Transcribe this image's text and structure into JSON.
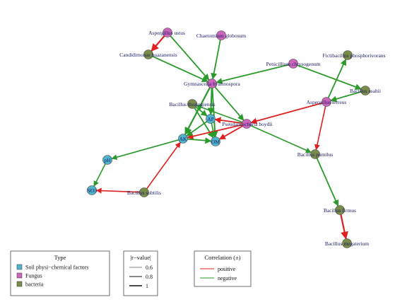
{
  "colors": {
    "soil": "#4fb3cc",
    "fungus": "#cc66bb",
    "bacteria": "#7a8c4a",
    "positive": "#e02020",
    "negative": "#2a9a2a",
    "label": "#1a1a66"
  },
  "nodes": [
    {
      "id": "aspergillus_ustus",
      "label": "Aspergillus ustus",
      "type": "fungus"
    },
    {
      "id": "chaetomium_globosum",
      "label": "Chaetomium globosum",
      "type": "fungus"
    },
    {
      "id": "candidimonas",
      "label": "Candidimonas huazanensis",
      "type": "bacteria"
    },
    {
      "id": "penicillium",
      "label": "Penicillium chrysogenum",
      "type": "fungus"
    },
    {
      "id": "fictibacillus",
      "label": "Fictibacillus phosphorivorans",
      "type": "bacteria"
    },
    {
      "id": "gymnascella",
      "label": "Gymnascella hyalinospora",
      "type": "fungus"
    },
    {
      "id": "bacillus_asahii",
      "label": "Bacillus asahii",
      "type": "bacteria"
    },
    {
      "id": "aspergillus_terreus",
      "label": "Aspergillus terreus",
      "type": "fungus"
    },
    {
      "id": "bacillus_thuringiensis",
      "label": "Bacillus thuringiensis",
      "type": "bacteria"
    },
    {
      "id": "ap",
      "label": "AP",
      "type": "soil"
    },
    {
      "id": "pseudallescheria",
      "label": "Pseudallescheria boydii",
      "type": "fungus"
    },
    {
      "id": "ak",
      "label": "AK",
      "type": "soil"
    },
    {
      "id": "om",
      "label": "OM",
      "type": "soil"
    },
    {
      "id": "bacillus_pumilus",
      "label": "Bacillus pumilus",
      "type": "bacteria"
    },
    {
      "id": "ph",
      "label": "pH",
      "type": "soil"
    },
    {
      "id": "no3",
      "label": "NO3",
      "type": "soil"
    },
    {
      "id": "bacillus_subtilis",
      "label": "Bacillus subtilis",
      "type": "bacteria"
    },
    {
      "id": "bacillus_firmus",
      "label": "Bacillus firmus",
      "type": "bacteria"
    },
    {
      "id": "bacillus_megaterium",
      "label": "Bacillus megaterium",
      "type": "bacteria"
    }
  ],
  "edges": [
    {
      "from": "aspergillus_ustus",
      "to": "candidimonas",
      "sign": "positive",
      "w": 2.2
    },
    {
      "from": "aspergillus_ustus",
      "to": "gymnascella",
      "sign": "negative",
      "w": 1.8
    },
    {
      "from": "chaetomium_globosum",
      "to": "gymnascella",
      "sign": "negative",
      "w": 1.8
    },
    {
      "from": "candidimonas",
      "to": "gymnascella",
      "sign": "negative",
      "w": 1.8
    },
    {
      "from": "penicillium",
      "to": "gymnascella",
      "sign": "negative",
      "w": 1.8
    },
    {
      "from": "penicillium",
      "to": "bacillus_asahii",
      "sign": "negative",
      "w": 1.8
    },
    {
      "from": "bacillus_asahii",
      "to": "aspergillus_terreus",
      "sign": "negative",
      "w": 1.8
    },
    {
      "from": "aspergillus_terreus",
      "to": "fictibacillus",
      "sign": "negative",
      "w": 1.8
    },
    {
      "from": "aspergillus_terreus",
      "to": "pseudallescheria",
      "sign": "positive",
      "w": 1.8
    },
    {
      "from": "aspergillus_terreus",
      "to": "bacillus_pumilus",
      "sign": "positive",
      "w": 1.6
    },
    {
      "from": "gymnascella",
      "to": "ak",
      "sign": "negative",
      "w": 2.2
    },
    {
      "from": "gymnascella",
      "to": "ap",
      "sign": "negative",
      "w": 2.0
    },
    {
      "from": "gymnascella",
      "to": "om",
      "sign": "negative",
      "w": 2.0
    },
    {
      "from": "gymnascella",
      "to": "pseudallescheria",
      "sign": "negative",
      "w": 1.8
    },
    {
      "from": "bacillus_thuringiensis",
      "to": "ap",
      "sign": "negative",
      "w": 1.8
    },
    {
      "from": "bacillus_thuringiensis",
      "to": "om",
      "sign": "negative",
      "w": 1.8
    },
    {
      "from": "pseudallescheria",
      "to": "ap",
      "sign": "positive",
      "w": 1.8
    },
    {
      "from": "pseudallescheria",
      "to": "om",
      "sign": "positive",
      "w": 1.8
    },
    {
      "from": "pseudallescheria",
      "to": "ak",
      "sign": "positive",
      "w": 1.8
    },
    {
      "from": "pseudallescheria",
      "to": "bacillus_pumilus",
      "sign": "negative",
      "w": 1.6
    },
    {
      "from": "pseudallescheria",
      "to": "bacillus_thuringiensis",
      "sign": "negative",
      "w": 1.6
    },
    {
      "from": "ap",
      "to": "ak",
      "sign": "negative",
      "w": 1.8
    },
    {
      "from": "ak",
      "to": "om",
      "sign": "negative",
      "w": 1.8
    },
    {
      "from": "ap",
      "to": "om",
      "sign": "negative",
      "w": 1.6
    },
    {
      "from": "bacillus_subtilis",
      "to": "ak",
      "sign": "positive",
      "w": 1.6
    },
    {
      "from": "bacillus_subtilis",
      "to": "no3",
      "sign": "positive",
      "w": 1.6
    },
    {
      "from": "ak",
      "to": "ph",
      "sign": "negative",
      "w": 1.6
    },
    {
      "from": "ph",
      "to": "no3",
      "sign": "negative",
      "w": 1.6
    },
    {
      "from": "bacillus_pumilus",
      "to": "bacillus_firmus",
      "sign": "negative",
      "w": 1.8
    },
    {
      "from": "bacillus_firmus",
      "to": "bacillus_megaterium",
      "sign": "positive",
      "w": 2.2
    }
  ],
  "legend_type": {
    "title": "Type",
    "items": [
      {
        "label": "Soil physi−chemical factors",
        "color": "#4fb3cc"
      },
      {
        "label": "Fungus",
        "color": "#cc66bb"
      },
      {
        "label": "bacteria",
        "color": "#7a8c4a"
      }
    ]
  },
  "legend_r": {
    "title": "|r−value|",
    "items": [
      {
        "label": "0.6"
      },
      {
        "label": "0.8"
      },
      {
        "label": "1"
      }
    ]
  },
  "legend_corr": {
    "title": "Correlation (±)",
    "items": [
      {
        "label": "positive",
        "color": "#e02020"
      },
      {
        "label": "negative",
        "color": "#2a9a2a"
      }
    ]
  }
}
